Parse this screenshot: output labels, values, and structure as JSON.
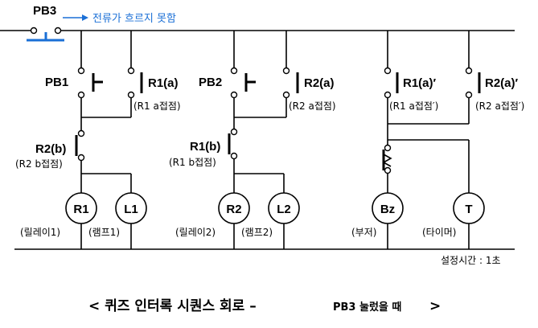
{
  "diagram": {
    "pb3": "PB3",
    "pb3_note": "전류가 흐르지 못함",
    "pb1": "PB1",
    "pb2": "PB2",
    "r1a": "R1(a)",
    "r1a_sub": "(R1 a접점)",
    "r2a": "R2(a)",
    "r2a_sub": "(R2 a접점)",
    "r1a_p": "R1(a)′",
    "r1a_p_sub": "(R1 a접점′)",
    "r2a_p": "R2(a)′",
    "r2a_p_sub": "(R2 a접점′)",
    "r2b": "R2(b)",
    "r2b_sub": "(R2 b접점)",
    "r1b": "R1(b)",
    "r1b_sub": "(R1 b접점)",
    "coil_r1": "R1",
    "coil_l1": "L1",
    "coil_r2": "R2",
    "coil_l2": "L2",
    "coil_bz": "Bz",
    "coil_t": "T",
    "relay1_label": "(릴레이1)",
    "lamp1_label": "(램프1)",
    "relay2_label": "(릴레이2)",
    "lamp2_label": "(램프2)",
    "buzzer_label": "(부저)",
    "timer_label": "(타이머)",
    "timer_setting": "설정시간 : 1초",
    "title_main": "< 퀴즈 인터록 시퀀스 회로 –",
    "title_sub": "PB3 눌렀을 때",
    "title_end": ">",
    "colors": {
      "note": "#1a6fd6",
      "switch": "#1a6fd6",
      "line": "#000000"
    }
  }
}
